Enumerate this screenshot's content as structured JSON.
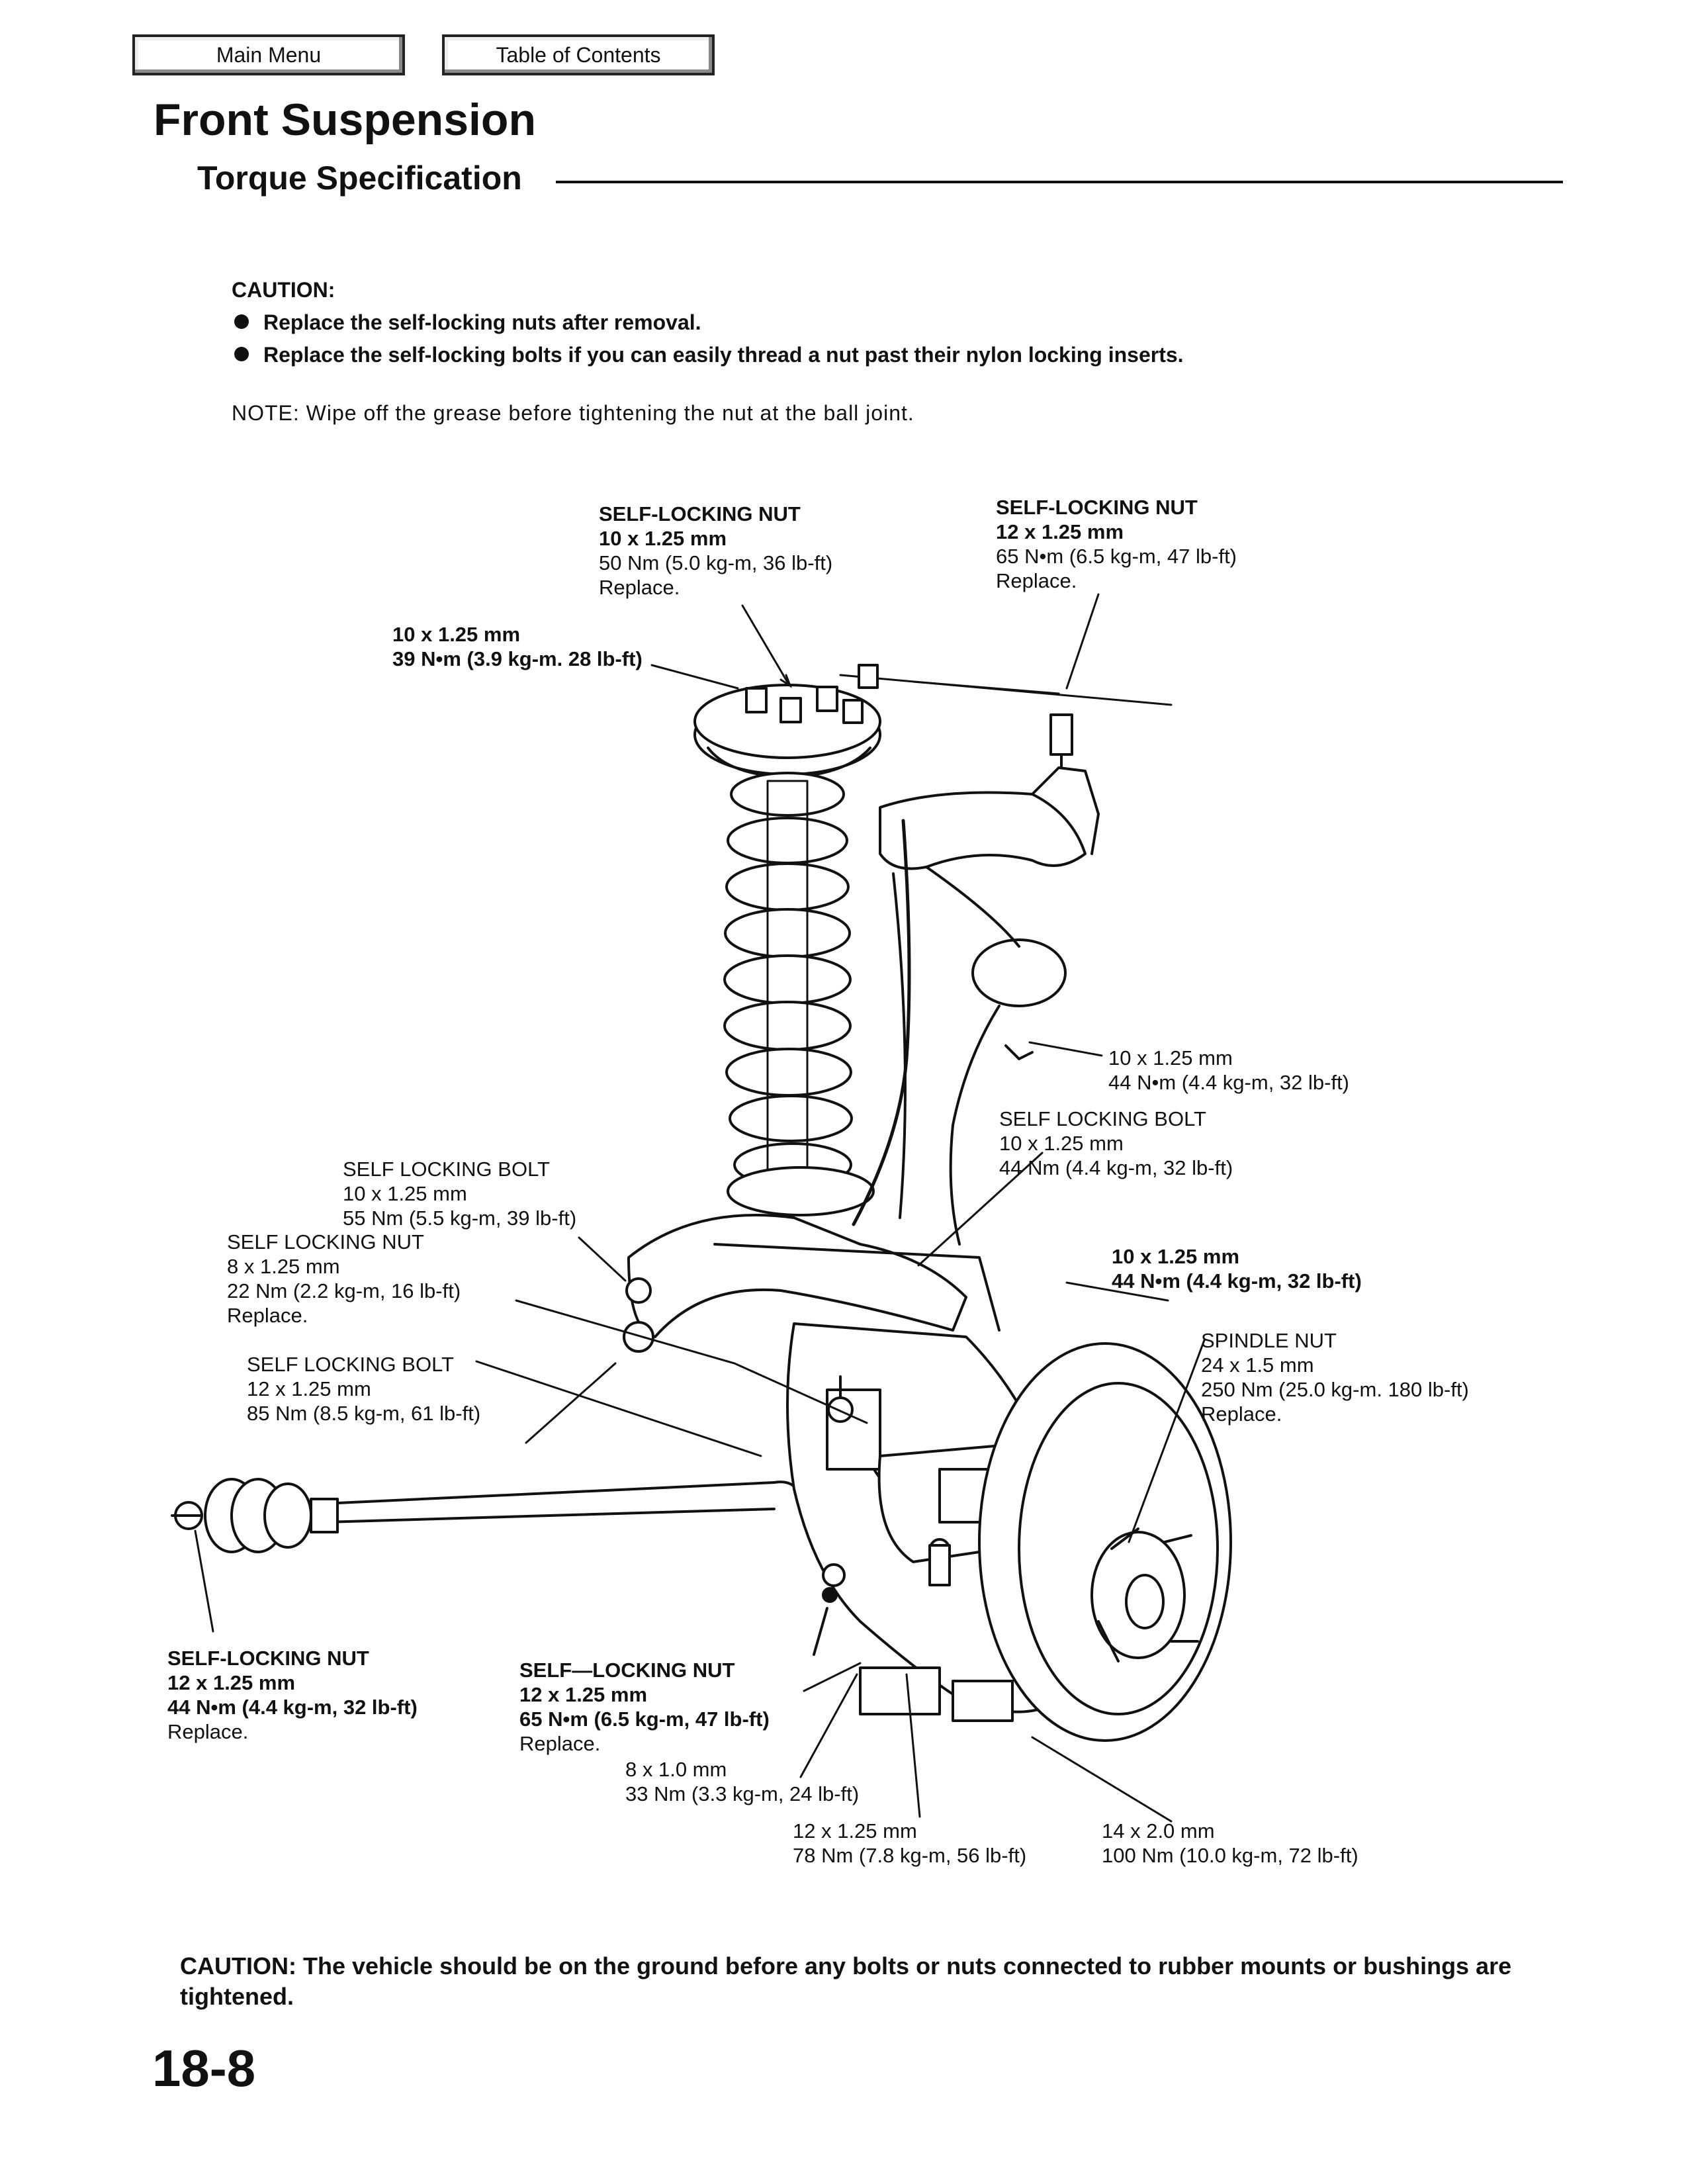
{
  "nav": {
    "main_menu": "Main Menu",
    "toc": "Table of Contents"
  },
  "header": {
    "title": "Front Suspension",
    "subtitle": "Torque Specification"
  },
  "caution": {
    "head": "CAUTION:",
    "items": [
      "Replace the self-locking nuts after removal.",
      "Replace the self-locking bolts if you can easily thread a nut past their nylon locking inserts."
    ]
  },
  "note": "NOTE:  Wipe off the grease before tightening the nut at the ball joint.",
  "callouts": {
    "top_center": [
      "SELF-LOCKING NUT",
      "10 x 1.25 mm",
      "50 Nm (5.0 kg-m, 36 lb-ft)",
      "Replace."
    ],
    "top_right": [
      "SELF-LOCKING  NUT",
      "12 x 1.25 mm",
      "65 N•m (6.5 kg-m, 47 lb-ft)",
      "Replace."
    ],
    "top_left": [
      "10 x 1.25 mm",
      "39 N•m (3.9 kg-m. 28 lb-ft)"
    ],
    "right_1": [
      "10 x 1.25 mm",
      "44 N•m (4.4 kg-m, 32 lb-ft)"
    ],
    "right_2": [
      "SELF LOCKING BOLT",
      "10 x 1.25 mm",
      "44 Nm (4.4 kg-m, 32 lb-ft)"
    ],
    "right_3": [
      "10 x 1.25 mm",
      "44 N•m (4.4 kg-m, 32 lb-ft)"
    ],
    "spindle": [
      "SPINDLE NUT",
      "24 x 1.5 mm",
      "250 Nm (25.0 kg-m.  180 lb-ft)",
      "Replace."
    ],
    "left_bolt_1": [
      "SELF LOCKING BOLT",
      "10 x 1.25 mm",
      "55 Nm (5.5 kg-m, 39 lb-ft)"
    ],
    "left_nut": [
      "SELF LOCKING NUT",
      "8 x 1.25 mm",
      "22 Nm (2.2 kg-m, 16 lb-ft)",
      "Replace."
    ],
    "left_bolt_2": [
      "SELF LOCKING BOLT",
      "12 x 1.25 mm",
      "85 Nm (8.5 kg-m, 61 lb-ft)"
    ],
    "bottom_left": [
      "SELF-LOCKING  NUT",
      "12 x 1.25 mm",
      "44 N•m (4.4 kg-m, 32 lb-ft)",
      "Replace."
    ],
    "bottom_center": [
      "SELF—LOCKING  NUT",
      "12 x 1.25 mm",
      "65 N•m (6.5 kg-m, 47 lb-ft)",
      "Replace."
    ],
    "bottom_8": [
      "8 x 1.0 mm",
      "33 Nm (3.3 kg-m, 24 lb-ft)"
    ],
    "bottom_12": [
      "12 x 1.25 mm",
      "78 Nm (7.8 kg-m, 56 lb-ft)"
    ],
    "bottom_14": [
      "14 x 2.0 mm",
      "100 Nm (10.0 kg-m, 72 lb-ft)"
    ]
  },
  "bottom_caution": "CAUTION:  The vehicle should be on the ground before any bolts or nuts connected to rubber mounts or bushings are tightened.",
  "page_number": "18-8"
}
